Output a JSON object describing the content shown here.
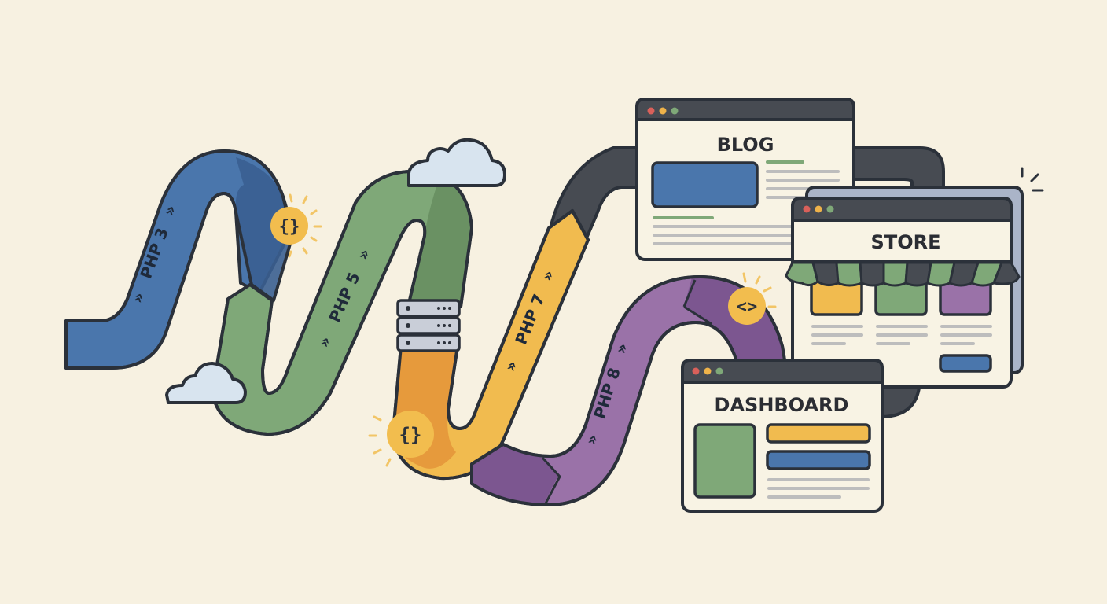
{
  "illustration": {
    "theme": "PHP version evolution roadmap to web applications",
    "background_color": "#f7f1e1",
    "outline_color": "#2b313a"
  },
  "road": {
    "segments": [
      {
        "id": "php3",
        "label": "PHP 3",
        "color": "#4a76ac",
        "shade": "#3a5f91"
      },
      {
        "id": "php5",
        "label": "PHP 5",
        "color": "#7fa878",
        "shade": "#6a9163"
      },
      {
        "id": "php7",
        "label": "PHP 7",
        "color": "#f1bb4f",
        "shade": "#e69a3c"
      },
      {
        "id": "php8",
        "label": "PHP 8",
        "color": "#9a72a8",
        "shade": "#7c5690"
      }
    ],
    "connector_color": "#474b52",
    "arrow_glyph": "»"
  },
  "badges": [
    {
      "id": "braces-top",
      "glyph": "{}",
      "color": "#f2bd4e"
    },
    {
      "id": "braces-bottom",
      "glyph": "{}",
      "color": "#f2bd4e"
    },
    {
      "id": "code-tag",
      "glyph": "<>",
      "color": "#f2bd4e"
    }
  ],
  "windows": {
    "blog": {
      "title": "BLOG"
    },
    "store": {
      "title": "STORE"
    },
    "dashboard": {
      "title": "DASHBOARD"
    }
  },
  "traffic_lights": [
    "#d9605a",
    "#eeb24a",
    "#7fa878"
  ]
}
